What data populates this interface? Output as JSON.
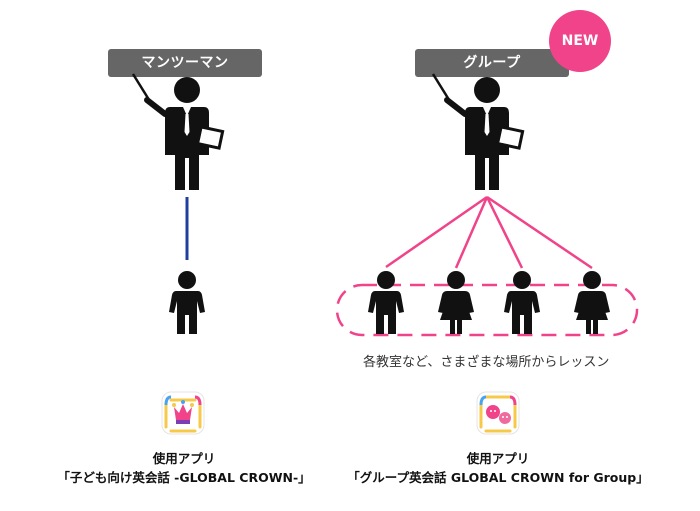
{
  "left_panel": {
    "label": "マンツーマン",
    "app_caption": "使用アプリ",
    "app_name": "「子ども向け英会話 -GLOBAL CROWN-」"
  },
  "right_panel": {
    "label": "グループ",
    "badge": "NEW",
    "caption": "各教室など、さまざまな場所からレッスン",
    "app_caption": "使用アプリ",
    "app_name": "「グループ英会話 GLOBAL CROWN for Group」"
  },
  "colors": {
    "accent_pink": "#f0438a",
    "line_blue": "#1f3f9e",
    "pill_gray": "#666666"
  }
}
